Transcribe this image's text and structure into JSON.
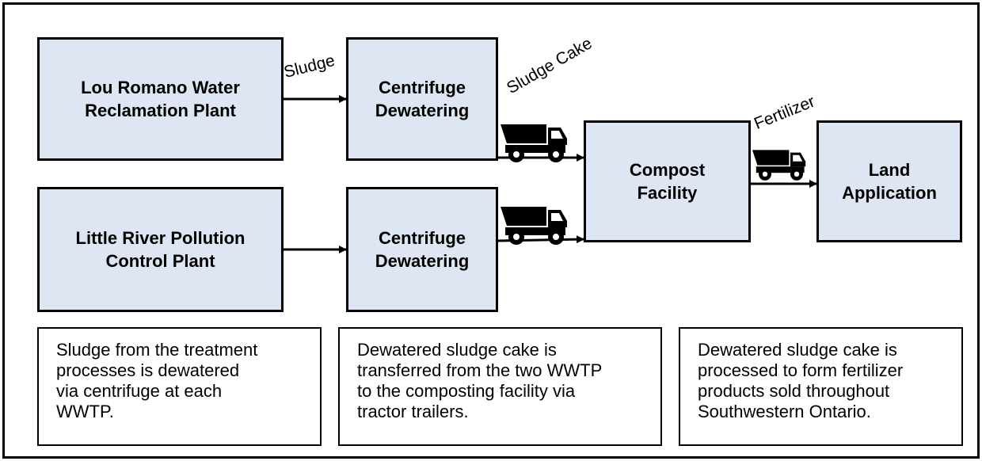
{
  "nodes": {
    "lou_romano": "Lou Romano Water\nReclamation Plant",
    "little_river": "Little River Pollution\nControl Plant",
    "centrifuge_top": "Centrifuge\nDewatering",
    "centrifuge_bottom": "Centrifuge\nDewatering",
    "compost": "Compost\nFacility",
    "land": "Land\nApplication"
  },
  "flow_labels": {
    "sludge": "Sludge",
    "sludge_cake": "Sludge Cake",
    "fertilizer": "Fertilizer"
  },
  "notes": [
    "Sludge from the treatment\nprocesses is dewatered\nvia centrifuge at each\nWWTP.",
    "Dewatered sludge cake is\ntransferred from the two WWTP\nto the composting facility via\ntractor trailers.",
    "Dewatered sludge cake is\nprocessed to form fertilizer\nproducts sold throughout\nSouthwestern Ontario."
  ],
  "colors": {
    "box_fill": "#dde6f2",
    "stroke": "#000000"
  },
  "icons": [
    "dump-truck-icon",
    "dump-truck-icon",
    "dump-truck-icon"
  ]
}
